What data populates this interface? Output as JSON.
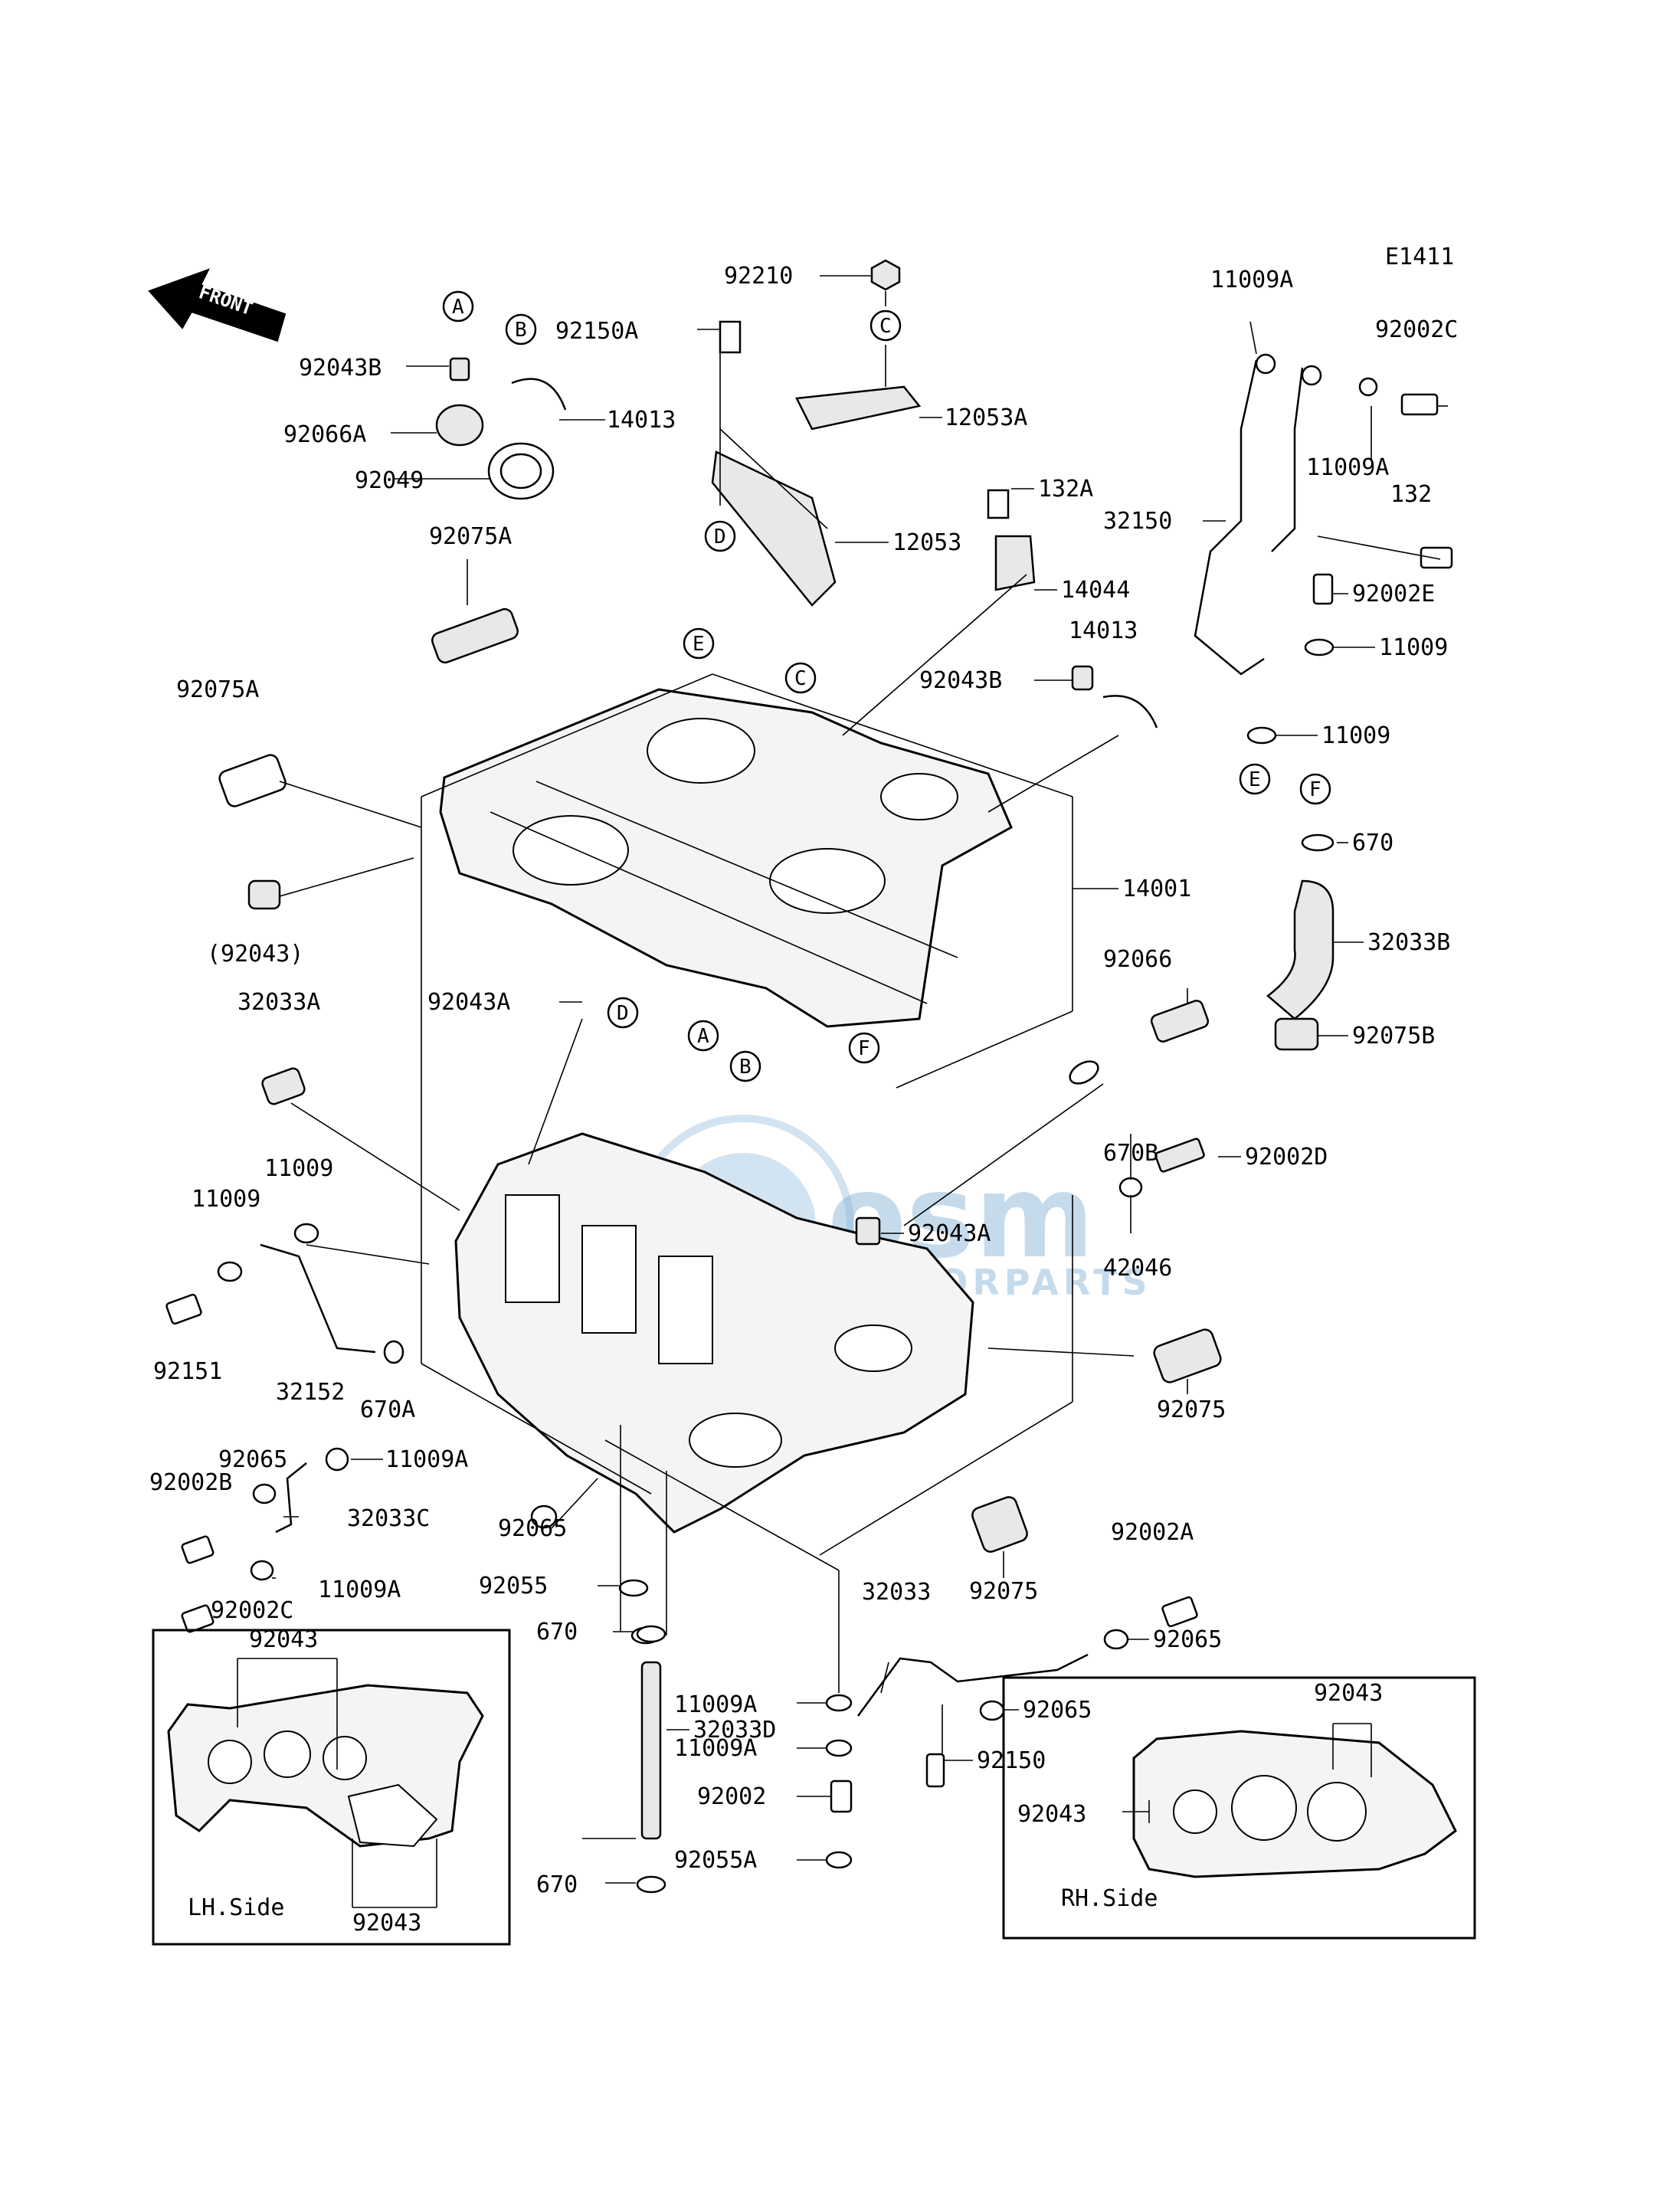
{
  "diagram_code": "E1411",
  "front_arrow": {
    "label": "FRONT"
  },
  "side_views": {
    "left": "LH.Side",
    "right": "RH.Side"
  },
  "watermark": {
    "brand": "osm",
    "subtitle": "MOTORPARTS"
  },
  "markers": [
    "A",
    "B",
    "C",
    "D",
    "E",
    "F"
  ],
  "parts": {
    "p92043B_top": "92043B",
    "p92066A": "92066A",
    "p92049": "92049",
    "p14013_top": "14013",
    "p92075A_top": "92075A",
    "p92150A": "92150A",
    "p12053": "12053",
    "p92210": "92210",
    "p12053A": "12053A",
    "p132A": "132A",
    "p14044": "14044",
    "p14013_right": "14013",
    "p92043B_right": "92043B",
    "p11009A_top": "11009A",
    "p92002C_top": "92002C",
    "p11009A_mid": "11009A",
    "p132": "132",
    "p32150": "32150",
    "p92002E": "92002E",
    "p11009_r1": "11009",
    "p11009_r2": "11009",
    "p670_top": "670",
    "p32033B": "32033B",
    "p92075B": "92075B",
    "p92075A_left": "92075A",
    "p92043_paren": "(92043)",
    "p14001": "14001",
    "p92066": "92066",
    "p32033A": "32033A",
    "p92043A_top": "92043A",
    "p670B": "670B",
    "p92002D": "92002D",
    "p92043A_mid": "92043A",
    "p42046": "42046",
    "p11009_l1": "11009",
    "p11009_l2": "11009",
    "p92151": "92151",
    "p32152": "32152",
    "p670A": "670A",
    "p92075_r": "92075",
    "p92065_l": "92065",
    "p11009A_l1": "11009A",
    "p92002B": "92002B",
    "p32033C": "32033C",
    "p92065_m": "92065",
    "p11009A_l2": "11009A",
    "p92055": "92055",
    "p92075_b": "92075",
    "p92002A": "92002A",
    "p92002C_b": "92002C",
    "p92043_lh_top": "92043",
    "p670_mid": "670",
    "p32033": "32033",
    "p92065_r1": "92065",
    "p11009A_b1": "11009A",
    "p32033D": "32033D",
    "p92065_r2": "92065",
    "p11009A_b2": "11009A",
    "p92150": "92150",
    "p92043_rh_top": "92043",
    "p92002": "92002",
    "p92043_rh_side": "92043",
    "p670_bot": "670",
    "p92055A": "92055A",
    "p92043_lh_bot": "92043"
  }
}
